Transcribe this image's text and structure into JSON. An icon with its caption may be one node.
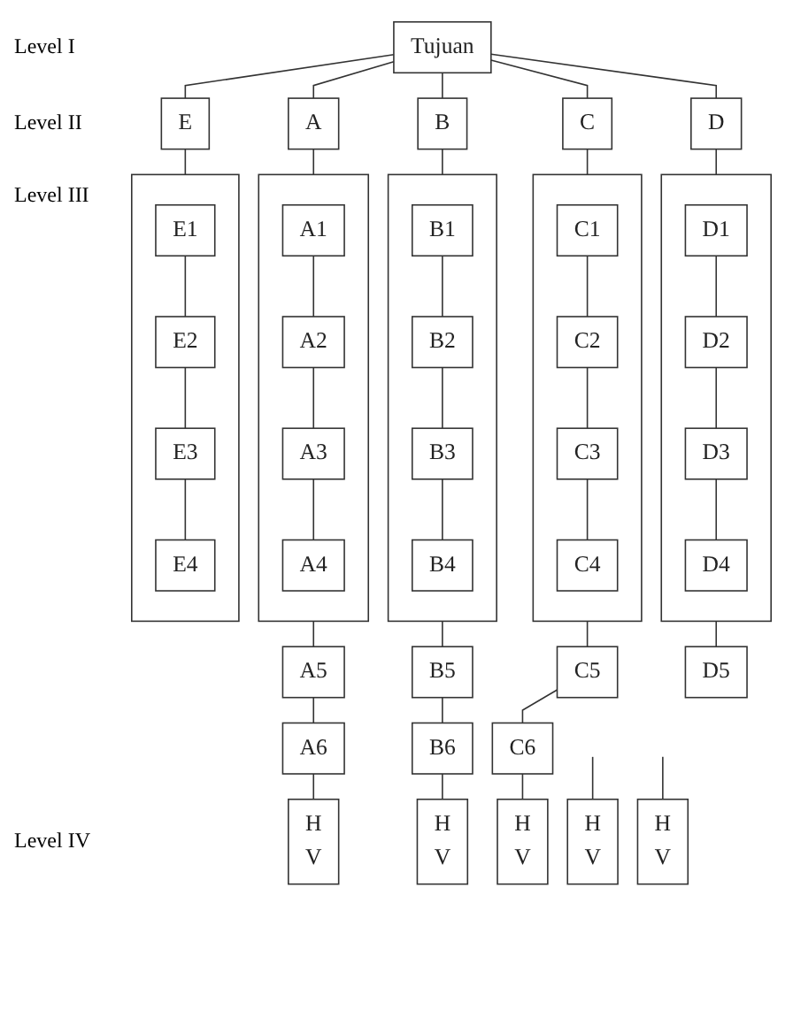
{
  "diagram": {
    "nodes": [
      {
        "text": [
          "Tujuan"
        ]
      },
      {
        "text": [
          "A"
        ]
      },
      {
        "text": [
          "B"
        ]
      },
      {
        "text": [
          "C"
        ]
      },
      {
        "text": [
          "D"
        ]
      },
      {
        "text": [
          "E"
        ]
      },
      {
        "text": [],
        "shape": "box"
      },
      {
        "text": [
          "A1"
        ],
        "in": 6
      },
      {
        "text": [
          "A2"
        ],
        "in": 6
      },
      {
        "text": [
          "A3"
        ],
        "in": 6
      },
      {
        "text": [
          "A4"
        ],
        "in": 6
      },
      {
        "text": [],
        "shape": "box"
      },
      {
        "text": [
          "B1"
        ],
        "in": 11
      },
      {
        "text": [
          "B2"
        ],
        "in": 11
      },
      {
        "text": [
          "B3"
        ],
        "in": 11
      },
      {
        "text": [
          "B4"
        ],
        "in": 11
      },
      {
        "text": [],
        "shape": "box"
      },
      {
        "text": [
          "C1"
        ],
        "in": 16
      },
      {
        "text": [
          "C2"
        ],
        "in": 16
      },
      {
        "text": [
          "C3"
        ],
        "in": 16
      },
      {
        "text": [
          "C4"
        ],
        "in": 16
      },
      {
        "text": [],
        "shape": "box"
      },
      {
        "text": [
          "D1"
        ],
        "in": 21
      },
      {
        "text": [
          "D2"
        ],
        "in": 21
      },
      {
        "text": [
          "D3"
        ],
        "in": 21
      },
      {
        "text": [
          "D4"
        ],
        "in": 21
      },
      {
        "text": [],
        "shape": "box"
      },
      {
        "text": [
          "E1"
        ],
        "in": 26
      },
      {
        "text": [
          "E2"
        ],
        "in": 26
      },
      {
        "text": [
          "E3"
        ],
        "in": 26
      },
      {
        "text": [
          "E4"
        ],
        "in": 26
      },
      {
        "text": [
          "A5"
        ]
      },
      {
        "text": [
          "B5"
        ]
      },
      {
        "text": [
          "C5"
        ]
      },
      {
        "text": [
          "D5"
        ]
      },
      {
        "text": [
          "A6"
        ]
      },
      {
        "text": [
          "B6"
        ]
      },
      {
        "text": [
          "C6"
        ]
      },
      {
        "text": [
          "H",
          "V"
        ]
      },
      {
        "text": [
          "H",
          "V"
        ]
      },
      {
        "text": [
          "H",
          "V"
        ]
      },
      {
        "text": [
          "H",
          "V"
        ]
      },
      {
        "text": [
          "H",
          "V"
        ]
      }
    ],
    "edges": [
      {
        "from": 0,
        "to": 1,
        "arrow": "none"
      },
      {
        "from": 0,
        "to": 2,
        "arrow": "none"
      },
      {
        "from": 0,
        "to": 3,
        "arrow": "none"
      },
      {
        "from": 0,
        "to": 4,
        "arrow": "none"
      },
      {
        "from": 0,
        "to": 5,
        "arrow": "none"
      },
      {
        "from": 1,
        "to": 6,
        "arrow": "none"
      },
      {
        "from": 2,
        "to": 11,
        "arrow": "none"
      },
      {
        "from": 3,
        "to": 16,
        "arrow": "none"
      },
      {
        "from": 4,
        "to": 21,
        "arrow": "none"
      },
      {
        "from": 5,
        "to": 26,
        "arrow": "none"
      },
      {
        "from": 7,
        "to": 8,
        "arrow": "none"
      },
      {
        "from": 8,
        "to": 9,
        "arrow": "none"
      },
      {
        "from": 9,
        "to": 10,
        "arrow": "none"
      },
      {
        "from": 12,
        "to": 13,
        "arrow": "none"
      },
      {
        "from": 13,
        "to": 14,
        "arrow": "none"
      },
      {
        "from": 14,
        "to": 15,
        "arrow": "none"
      },
      {
        "from": 17,
        "to": 18,
        "arrow": "none"
      },
      {
        "from": 18,
        "to": 19,
        "arrow": "none"
      },
      {
        "from": 19,
        "to": 20,
        "arrow": "none"
      },
      {
        "from": 22,
        "to": 23,
        "arrow": "none"
      },
      {
        "from": 23,
        "to": 24,
        "arrow": "none"
      },
      {
        "from": 24,
        "to": 25,
        "arrow": "none"
      },
      {
        "from": 27,
        "to": 28,
        "arrow": "none"
      },
      {
        "from": 28,
        "to": 29,
        "arrow": "none"
      },
      {
        "from": 29,
        "to": 30,
        "arrow": "none"
      },
      {
        "from": 6,
        "to": 31,
        "arrow": "none"
      },
      {
        "from": 11,
        "to": 32,
        "arrow": "none"
      },
      {
        "from": 16,
        "to": 33,
        "arrow": "none"
      },
      {
        "from": 21,
        "to": 34,
        "arrow": "none"
      },
      {
        "from": 31,
        "to": 35,
        "arrow": "none"
      },
      {
        "from": 32,
        "to": 36,
        "arrow": "none"
      },
      {
        "from": 33,
        "to": 37,
        "arrow": "none"
      },
      {
        "from": 35,
        "to": 38,
        "arrow": "none"
      },
      {
        "from": 36,
        "to": 39,
        "arrow": "none"
      },
      {
        "from": 37,
        "to": 40,
        "arrow": "none"
      },
      {
        "from": null,
        "to": 41,
        "arrow": "none"
      },
      {
        "from": null,
        "to": 42,
        "arrow": "none"
      }
    ],
    "labels": [
      "Level I",
      "Level II",
      "Level III",
      "Level IV"
    ]
  }
}
